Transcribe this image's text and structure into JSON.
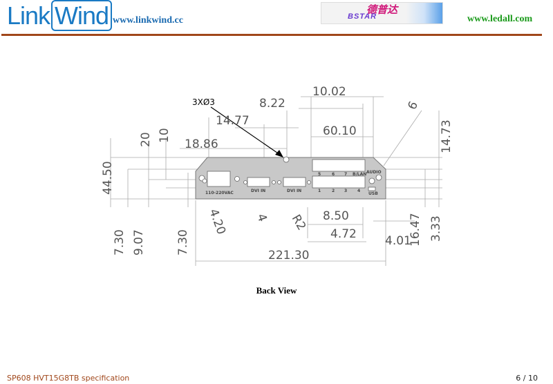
{
  "header": {
    "logo_left_1": "Link",
    "logo_left_2": "Wind",
    "url_left": "www.linkwind.cc",
    "bstar_cn": "德普达",
    "bstar_en": "BSTAR",
    "url_right": "www.ledall.com",
    "rule_color": "#a0461a"
  },
  "drawing": {
    "note": "3XØ3",
    "dims": {
      "d8_22": "8.22",
      "d10_02": "10.02",
      "d14_77": "14.77",
      "d60_10": "60.10",
      "d18_86": "18.86",
      "d20": "20",
      "d10": "10",
      "d14_73": "14.73",
      "d6": "6",
      "d44_50": "44.50",
      "d7_30a": "7.30",
      "d9_07": "9.07",
      "d7_30b": "7.30",
      "d4_20": "4.20",
      "d4": "4",
      "r2": "R2",
      "d8_50": "8.50",
      "d4_72": "4.72",
      "d4_01": "4.01",
      "d16_47": "16.47",
      "d3_33": "3.33",
      "d221_30": "221.30"
    },
    "panel_labels": {
      "power": "110-220VAC",
      "dvi1": "DVI IN",
      "dvi2": "DVI IN",
      "p5": "5",
      "p6": "6",
      "p7": "7",
      "blan": "B/LAN",
      "p1": "1",
      "p2": "2",
      "p3": "3",
      "p4": "4",
      "audio": "AUDIO",
      "usb": "USB"
    }
  },
  "caption": "Back View",
  "footer": {
    "title": "SP608 HVT15G8TB specification",
    "page": "6 / 10"
  }
}
